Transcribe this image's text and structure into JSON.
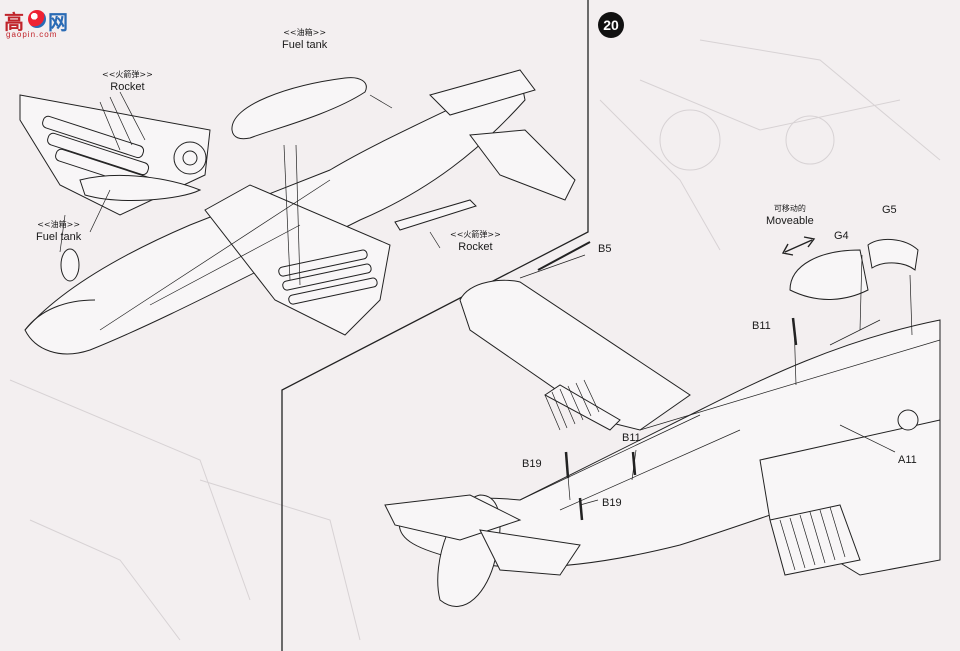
{
  "logo": {
    "text1": "高",
    "text2": "网",
    "sub": "gaopin.com"
  },
  "step_number": "20",
  "left_panel": {
    "rocket_top": {
      "cn": "<<火箭弹>>",
      "en": "Rocket"
    },
    "fuel_tank_top": {
      "cn": "<<油箱>>",
      "en": "Fuel tank"
    },
    "fuel_tank_left": {
      "cn": "<<油箱>>",
      "en": "Fuel tank"
    },
    "rocket_mid": {
      "cn": "<<火箭弹>>",
      "en": "Rocket"
    }
  },
  "right_panel": {
    "moveable": {
      "cn": "可移动的",
      "en": "Moveable"
    },
    "parts": {
      "g4": "G4",
      "g5": "G5",
      "b5": "B5",
      "b11_top": "B11",
      "b11_mid": "B11",
      "b19_left": "B19",
      "b19_right": "B19",
      "a11": "A11"
    }
  }
}
